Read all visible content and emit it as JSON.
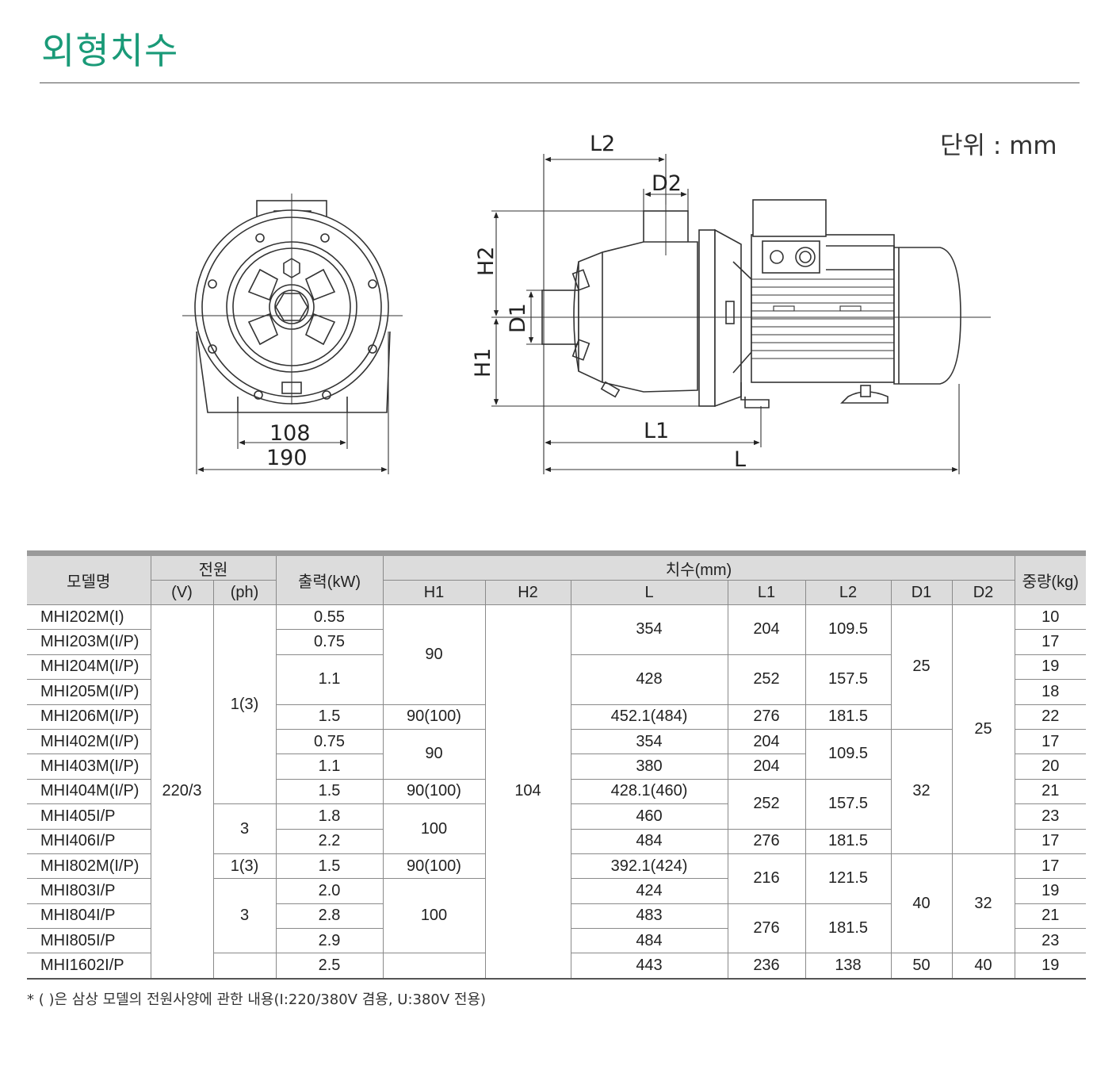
{
  "page_title": "외형치수",
  "unit_label": "단위 : mm",
  "drawing": {
    "front_dims": {
      "inner_width": "108",
      "outer_width": "190"
    },
    "side_dims": {
      "l2": "L2",
      "d2": "D2",
      "h2": "H2",
      "d1": "D1",
      "h1": "H1",
      "l1": "L1",
      "l": "L"
    }
  },
  "table": {
    "headers": {
      "model": "모델명",
      "power": "전원",
      "volt": "(V)",
      "phase": "(ph)",
      "output": "출력(kW)",
      "dims": "치수(mm)",
      "h1": "H1",
      "h2": "H2",
      "l": "L",
      "l1": "L1",
      "l2": "L2",
      "d1": "D1",
      "d2": "D2",
      "weight": "중량(kg)"
    },
    "models": [
      "MHI202M(I)",
      "MHI203M(I/P)",
      "MHI204M(I/P)",
      "MHI205M(I/P)",
      "MHI206M(I/P)",
      "MHI402M(I/P)",
      "MHI403M(I/P)",
      "MHI404M(I/P)",
      "MHI405I/P",
      "MHI406I/P",
      "MHI802M(I/P)",
      "MHI803I/P",
      "MHI804I/P",
      "MHI805I/P",
      "MHI1602I/P"
    ],
    "volt": "220/3",
    "phase": [
      "1(3)",
      "3",
      "1(3)",
      "3"
    ],
    "output": [
      "0.55",
      "0.75",
      "1.1",
      "1.5",
      "0.75",
      "1.1",
      "1.5",
      "1.8",
      "2.2",
      "1.5",
      "2.0",
      "2.8",
      "2.9",
      "2.5"
    ],
    "h1": [
      "90",
      "90(100)",
      "90",
      "90(100)",
      "100",
      "90(100)",
      "100"
    ],
    "h2": "104",
    "l": [
      "354",
      "428",
      "452.1(484)",
      "354",
      "380",
      "428.1(460)",
      "460",
      "484",
      "392.1(424)",
      "424",
      "483",
      "484",
      "443"
    ],
    "l1": [
      "204",
      "252",
      "276",
      "204",
      "204",
      "252",
      "276",
      "216",
      "276",
      "236"
    ],
    "l2": [
      "109.5",
      "157.5",
      "181.5",
      "109.5",
      "157.5",
      "181.5",
      "121.5",
      "181.5",
      "138"
    ],
    "d1": [
      "25",
      "32",
      "40",
      "50"
    ],
    "d2": [
      "25",
      "32",
      "40"
    ],
    "weight": [
      "10",
      "17",
      "19",
      "18",
      "22",
      "17",
      "20",
      "21",
      "23",
      "17",
      "17",
      "19",
      "21",
      "23",
      "19"
    ]
  },
  "footnote": "* ( )은 삼상 모델의 전원사양에 관한 내용(I:220/380V 겸용, U:380V 전용)"
}
